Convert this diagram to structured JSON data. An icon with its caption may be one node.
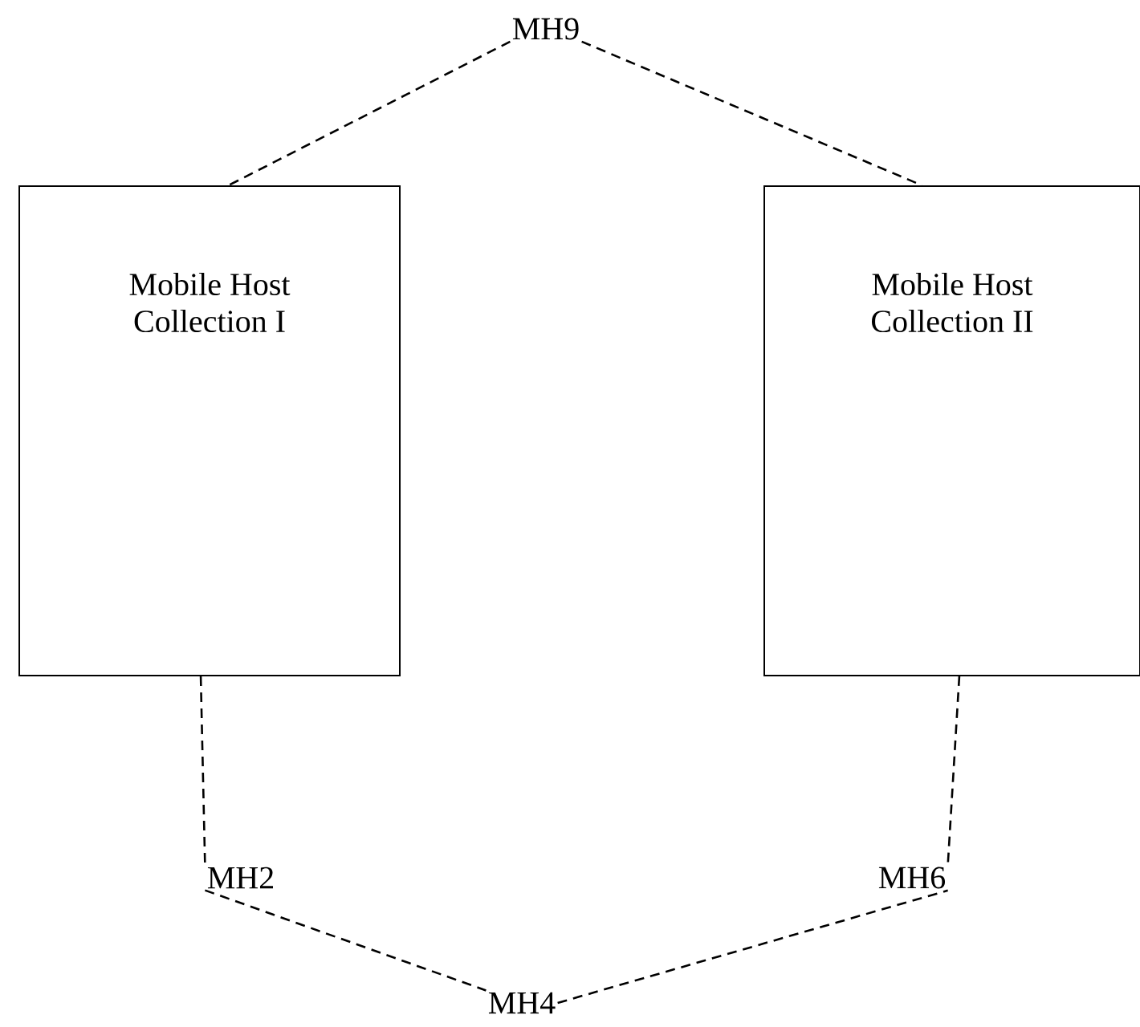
{
  "diagram": {
    "nodes": [
      {
        "text": [
          "Mobile Host Collection I"
        ]
      },
      {
        "text": [
          "Mobile Host Collection II"
        ]
      },
      {
        "text": [
          "MH9"
        ]
      },
      {
        "text": [
          "MH2"
        ]
      },
      {
        "text": [
          "MH6"
        ]
      },
      {
        "text": [
          "MH4"
        ]
      }
    ],
    "edges": [
      {
        "from": 2,
        "to": 0,
        "arrow": "none",
        "style": "dashed"
      },
      {
        "from": 2,
        "to": 1,
        "arrow": "none",
        "style": "dashed"
      },
      {
        "from": 0,
        "to": 3,
        "arrow": "none",
        "style": "dashed"
      },
      {
        "from": 1,
        "to": 4,
        "arrow": "none",
        "style": "dashed"
      },
      {
        "from": 3,
        "to": 5,
        "arrow": "none",
        "style": "dashed"
      },
      {
        "from": 5,
        "to": 4,
        "arrow": "none",
        "style": "dashed"
      }
    ]
  }
}
